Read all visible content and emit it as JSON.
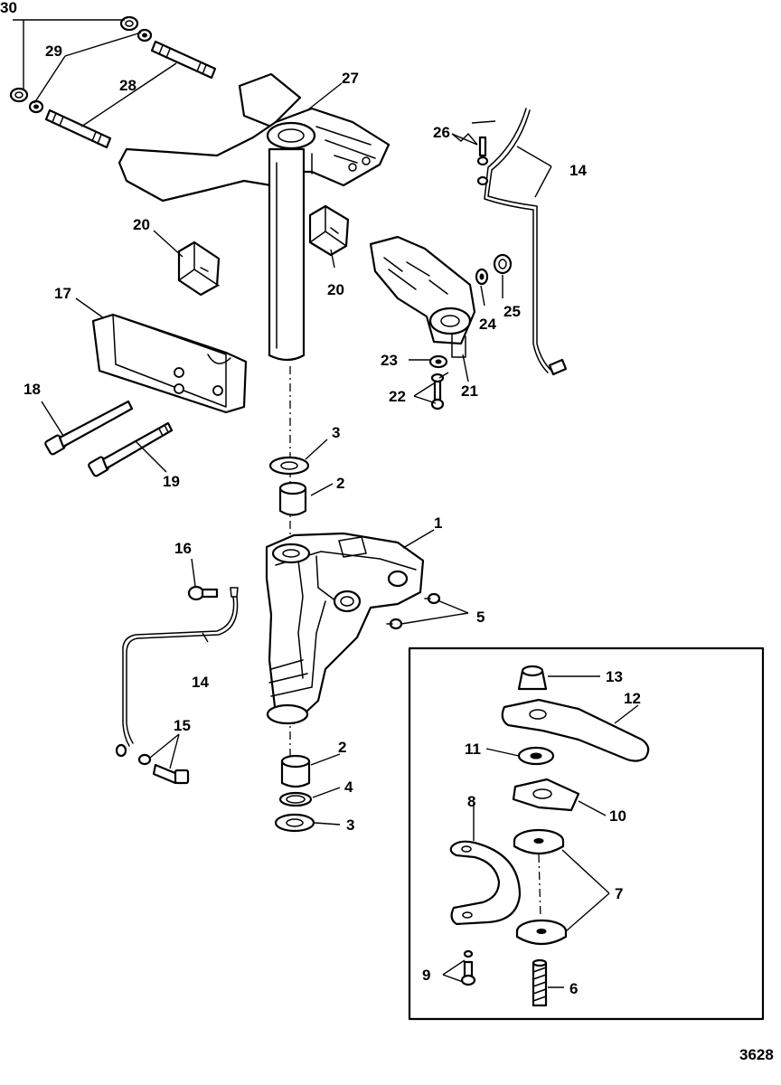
{
  "figure_number": "3628",
  "callouts": {
    "c1": "1",
    "c2a": "2",
    "c2b": "2",
    "c3a": "3",
    "c3b": "3",
    "c4": "4",
    "c5": "5",
    "c6": "6",
    "c7": "7",
    "c8": "8",
    "c9": "9",
    "c10": "10",
    "c11": "11",
    "c12": "12",
    "c13": "13",
    "c14a": "14",
    "c14b": "14",
    "c15": "15",
    "c16": "16",
    "c17": "17",
    "c18": "18",
    "c19": "19",
    "c20a": "20",
    "c20b": "20",
    "c21": "21",
    "c22": "22",
    "c23": "23",
    "c24": "24",
    "c25": "25",
    "c26": "26",
    "c27": "27",
    "c28": "28",
    "c29": "29",
    "c30": "30"
  }
}
